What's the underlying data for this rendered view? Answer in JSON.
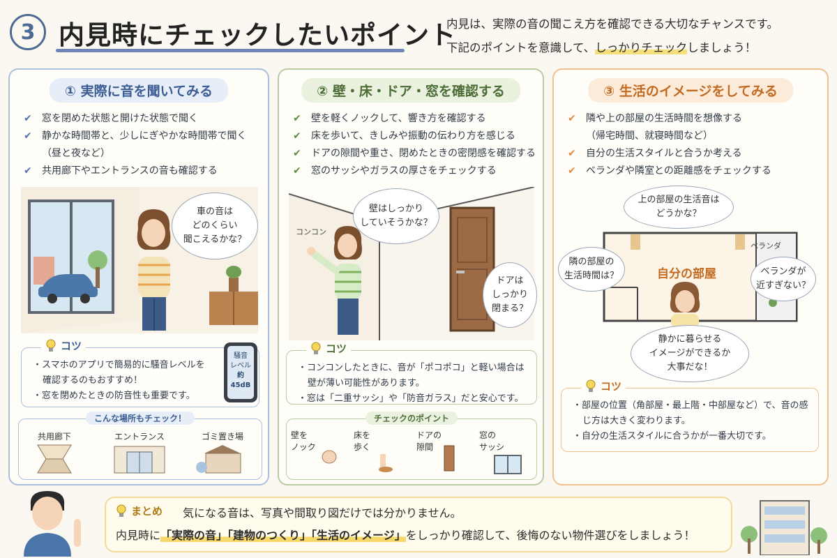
{
  "header": {
    "number": "3",
    "title": "内見時にチェックしたいポイント",
    "intro_line1": "内見は、実際の音の聞こえ方を確認できる大切なチャンスです。",
    "intro_line2_pre": "下記のポイントを意識して、",
    "intro_line2_hl": "しっかりチェック",
    "intro_line2_post": "しましょう！"
  },
  "panel1": {
    "title": "① 実際に音を聞いてみる",
    "checks": [
      "窓を閉めた状態と開けた状態で聞く",
      "静かな時間帯と、少しにぎやかな時間帯で聞く",
      "共用廊下やエントランスの音も確認する"
    ],
    "check2_sub": "（昼と夜など）",
    "bubble": "車の音は\nどのくらい\n聞こえるかな？",
    "tip_label": "コツ",
    "tips": [
      "スマホのアプリで簡易的に騒音レベルを確認するのもおすすめ！",
      "窓を閉めたときの防音性も重要です。"
    ],
    "phone_line1": "騒音",
    "phone_line2": "レベル",
    "phone_line3": "約45dB",
    "places_label": "こんな場所もチェック！",
    "places": [
      "共用廊下",
      "エントランス",
      "ゴミ置き場"
    ]
  },
  "panel2": {
    "title": "② 壁・床・ドア・窓を確認する",
    "checks": [
      "壁を軽くノックして、響き方を確認する",
      "床を歩いて、きしみや振動の伝わり方を感じる",
      "ドアの隙間や重さ、閉めたときの密閉感を確認する",
      "窓のサッシやガラスの厚さをチェックする"
    ],
    "knock_text": "コンコン",
    "bubble_wall": "壁はしっかり\nしていそうかな？",
    "bubble_door": "ドアは\nしっかり\n閉まる？",
    "tip_label": "コツ",
    "tips": [
      "コンコンしたときに、音が「ポコポコ」と軽い場合は壁が薄い可能性があります。",
      "窓は「二重サッシ」や「防音ガラス」だと安心です。"
    ],
    "points_label": "チェックのポイント",
    "points": [
      "壁を\nノック",
      "床を\n歩く",
      "ドアの\n隙間",
      "窓の\nサッシ"
    ]
  },
  "panel3": {
    "title": "③ 生活のイメージをしてみる",
    "checks": [
      "隣や上の部屋の生活時間を想像する",
      "自分の生活スタイルと合うか考える",
      "ベランダや隣室との距離感をチェックする"
    ],
    "check1_sub": "（帰宅時間、就寝時間など）",
    "room_label": "自分の部屋",
    "veranda_label": "ベランダ",
    "bubble_top": "上の部屋の生活音は\nどうかな？",
    "bubble_left": "隣の部屋の\n生活時間は？",
    "bubble_right": "ベランダが\n近すぎない？",
    "bubble_bottom": "静かに暮らせる\nイメージができるか\n大事だな！",
    "tip_label": "コツ",
    "tips": [
      "部屋の位置（角部屋・最上階・中部屋など）で、音の感じ方は大きく変わります。",
      "自分の生活スタイルに合うかが一番大切です。"
    ]
  },
  "summary": {
    "label": "まとめ",
    "line1": "気になる音は、写真や間取り図だけでは分かりません。",
    "pre": "内見時に",
    "kw1": "「実際の音」",
    "kw2": "「建物のつくり」",
    "kw3": "「生活のイメージ」",
    "post": "をしっかり確認して、後悔のない物件選びをしましょう！"
  },
  "colors": {
    "blue": "#4f73a8",
    "green": "#5f8c3e",
    "orange": "#de8a3d"
  }
}
